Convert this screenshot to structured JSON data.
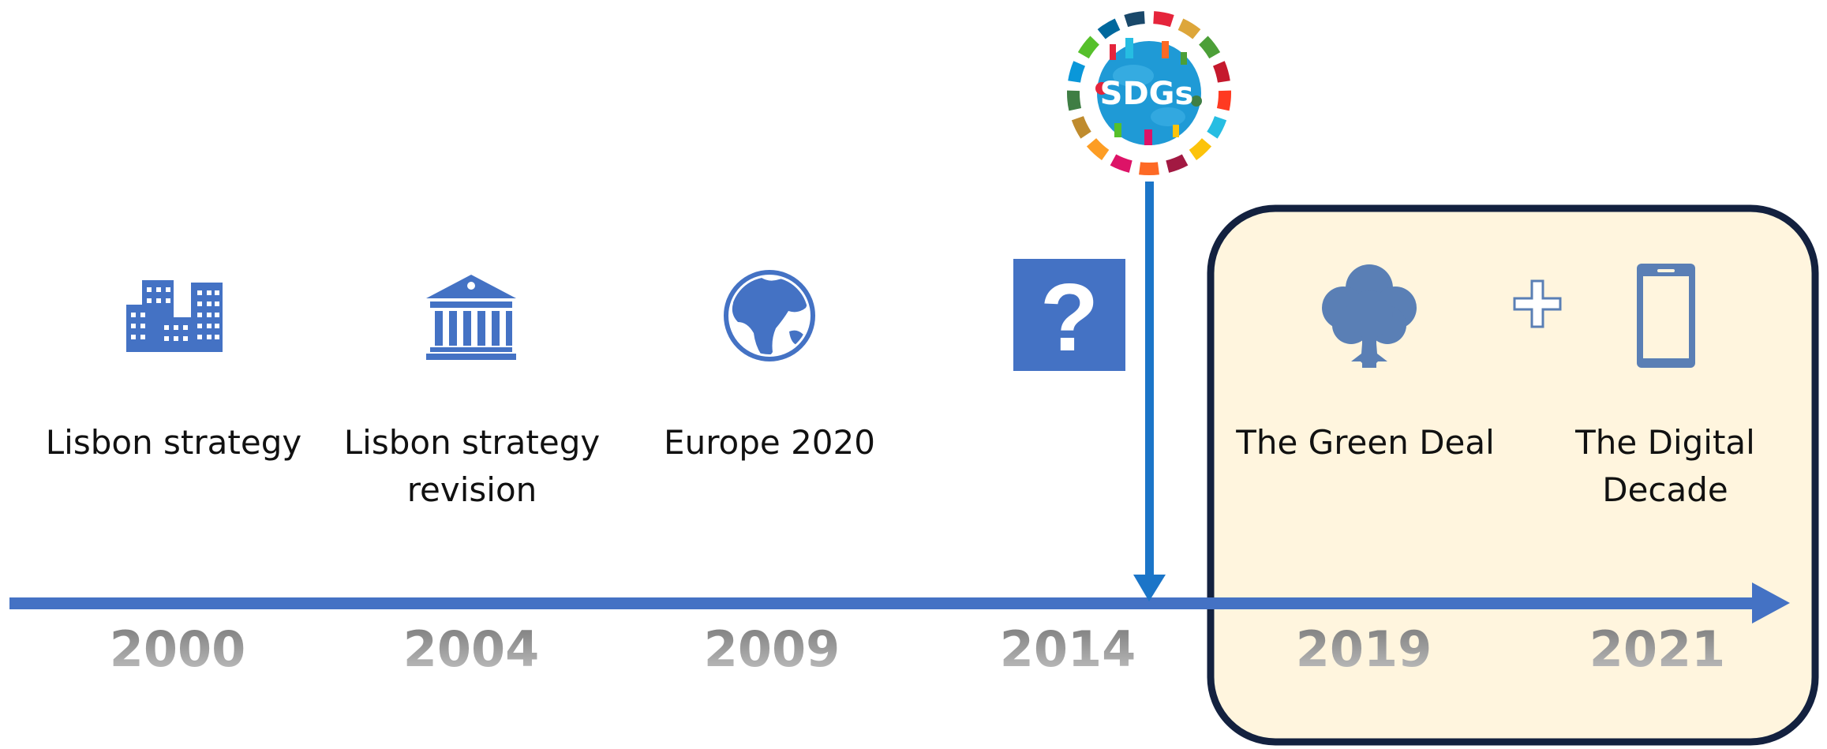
{
  "colors": {
    "timeline": "#4472C4",
    "sdg_arrow": "#1B75C8",
    "highlight_fill": "#FFF5DE",
    "highlight_border": "#13213F",
    "icon_blue": "#4472C4",
    "icon_muted": "#5A7FB5",
    "year_text": "#8C8C8C"
  },
  "sdg_badge": {
    "text": "SDGs",
    "icon": "sdg-wheel-icon",
    "ring_colors": [
      "#E5243B",
      "#DDA63A",
      "#4C9F38",
      "#C5192D",
      "#FF3A21",
      "#26BDE2",
      "#FCC30B",
      "#A21942",
      "#FD6925",
      "#DD1367",
      "#FD9D24",
      "#BF8B2E",
      "#3F7E44",
      "#0A97D9",
      "#56C02B",
      "#00689D",
      "#19486A"
    ]
  },
  "milestones": [
    {
      "year": "2000",
      "label_lines": [
        "Lisbon strategy"
      ],
      "icon": "city-buildings-icon"
    },
    {
      "year": "2004",
      "label_lines": [
        "Lisbon strategy",
        "revision"
      ],
      "icon": "institution-building-icon"
    },
    {
      "year": "2009",
      "label_lines": [
        "Europe 2020"
      ],
      "icon": "globe-icon"
    },
    {
      "year": "2014",
      "label_lines": [],
      "icon": "question-mark-icon"
    },
    {
      "year": "2019",
      "label_lines": [
        "The Green Deal"
      ],
      "icon": "tree-icon"
    },
    {
      "year": "2021",
      "label_lines": [
        "The Digital",
        "Decade"
      ],
      "icon": "smartphone-icon"
    }
  ],
  "plus_icon": "plus-icon"
}
